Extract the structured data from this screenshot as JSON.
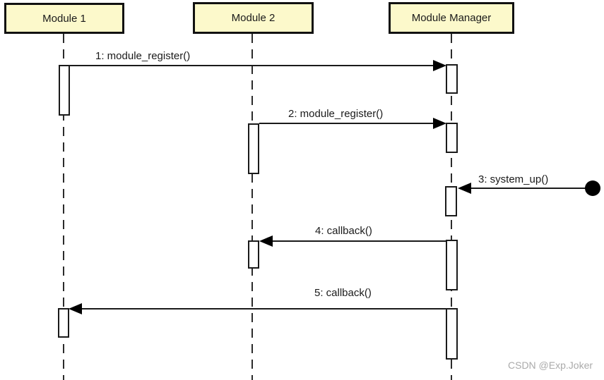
{
  "diagram": {
    "type": "uml-sequence-diagram",
    "colors": {
      "actor_fill": "#fcf9cb",
      "line": "#1a1a1a",
      "watermark_text": "#aaaaaa"
    },
    "actors": [
      {
        "name": "Module 1"
      },
      {
        "name": "Module 2"
      },
      {
        "name": "Module Manager"
      }
    ],
    "messages": [
      {
        "seq": "1",
        "label": "1: module_register()",
        "from": "Module 1",
        "to": "Module Manager",
        "direction": "right"
      },
      {
        "seq": "2",
        "label": "2: module_register()",
        "from": "Module 2",
        "to": "Module Manager",
        "direction": "right"
      },
      {
        "seq": "3",
        "label": "3: system_up()",
        "from": "found-message",
        "to": "Module Manager",
        "direction": "left"
      },
      {
        "seq": "4",
        "label": "4: callback()",
        "from": "Module Manager",
        "to": "Module 2",
        "direction": "left"
      },
      {
        "seq": "5",
        "label": "5: callback()",
        "from": "Module Manager",
        "to": "Module 1",
        "direction": "left"
      }
    ]
  },
  "watermark": {
    "text": "CSDN @Exp.Joker"
  }
}
